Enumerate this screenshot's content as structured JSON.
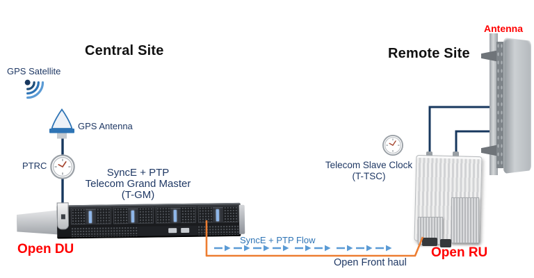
{
  "central_site": {
    "title": "Central Site",
    "gps_satellite_label": "GPS Satellite",
    "gps_antenna_label": "GPS Antenna",
    "ptrc_label": "PTRC",
    "grand_master": {
      "line1": "SyncE + PTP",
      "line2": "Telecom Grand Master",
      "line3": "(T-GM)"
    },
    "open_du_label": "Open DU"
  },
  "remote_site": {
    "title": "Remote Site",
    "antenna_label": "Antenna",
    "slave_clock": {
      "line1": "Telecom Slave Clock",
      "line2": "(T-TSC)"
    },
    "open_ru_label": "Open RU"
  },
  "fronthaul": {
    "flow_label": "SyncE + PTP Flow",
    "link_label": "Open Front haul"
  },
  "icons": {
    "gps_satellite": "radio-signal-icon",
    "gps_antenna": "cone-antenna-icon",
    "ptrc": "analog-clock-icon",
    "telecom_slave_clock": "analog-clock-icon"
  },
  "colors": {
    "navy_text": "#1F3864",
    "flow_blue": "#2E74B5",
    "arrow_blue": "#5B9BD5",
    "cable_orange": "#ED7D31",
    "line_navy": "#17375E",
    "label_red": "#FF0000",
    "title_black": "#111111"
  }
}
